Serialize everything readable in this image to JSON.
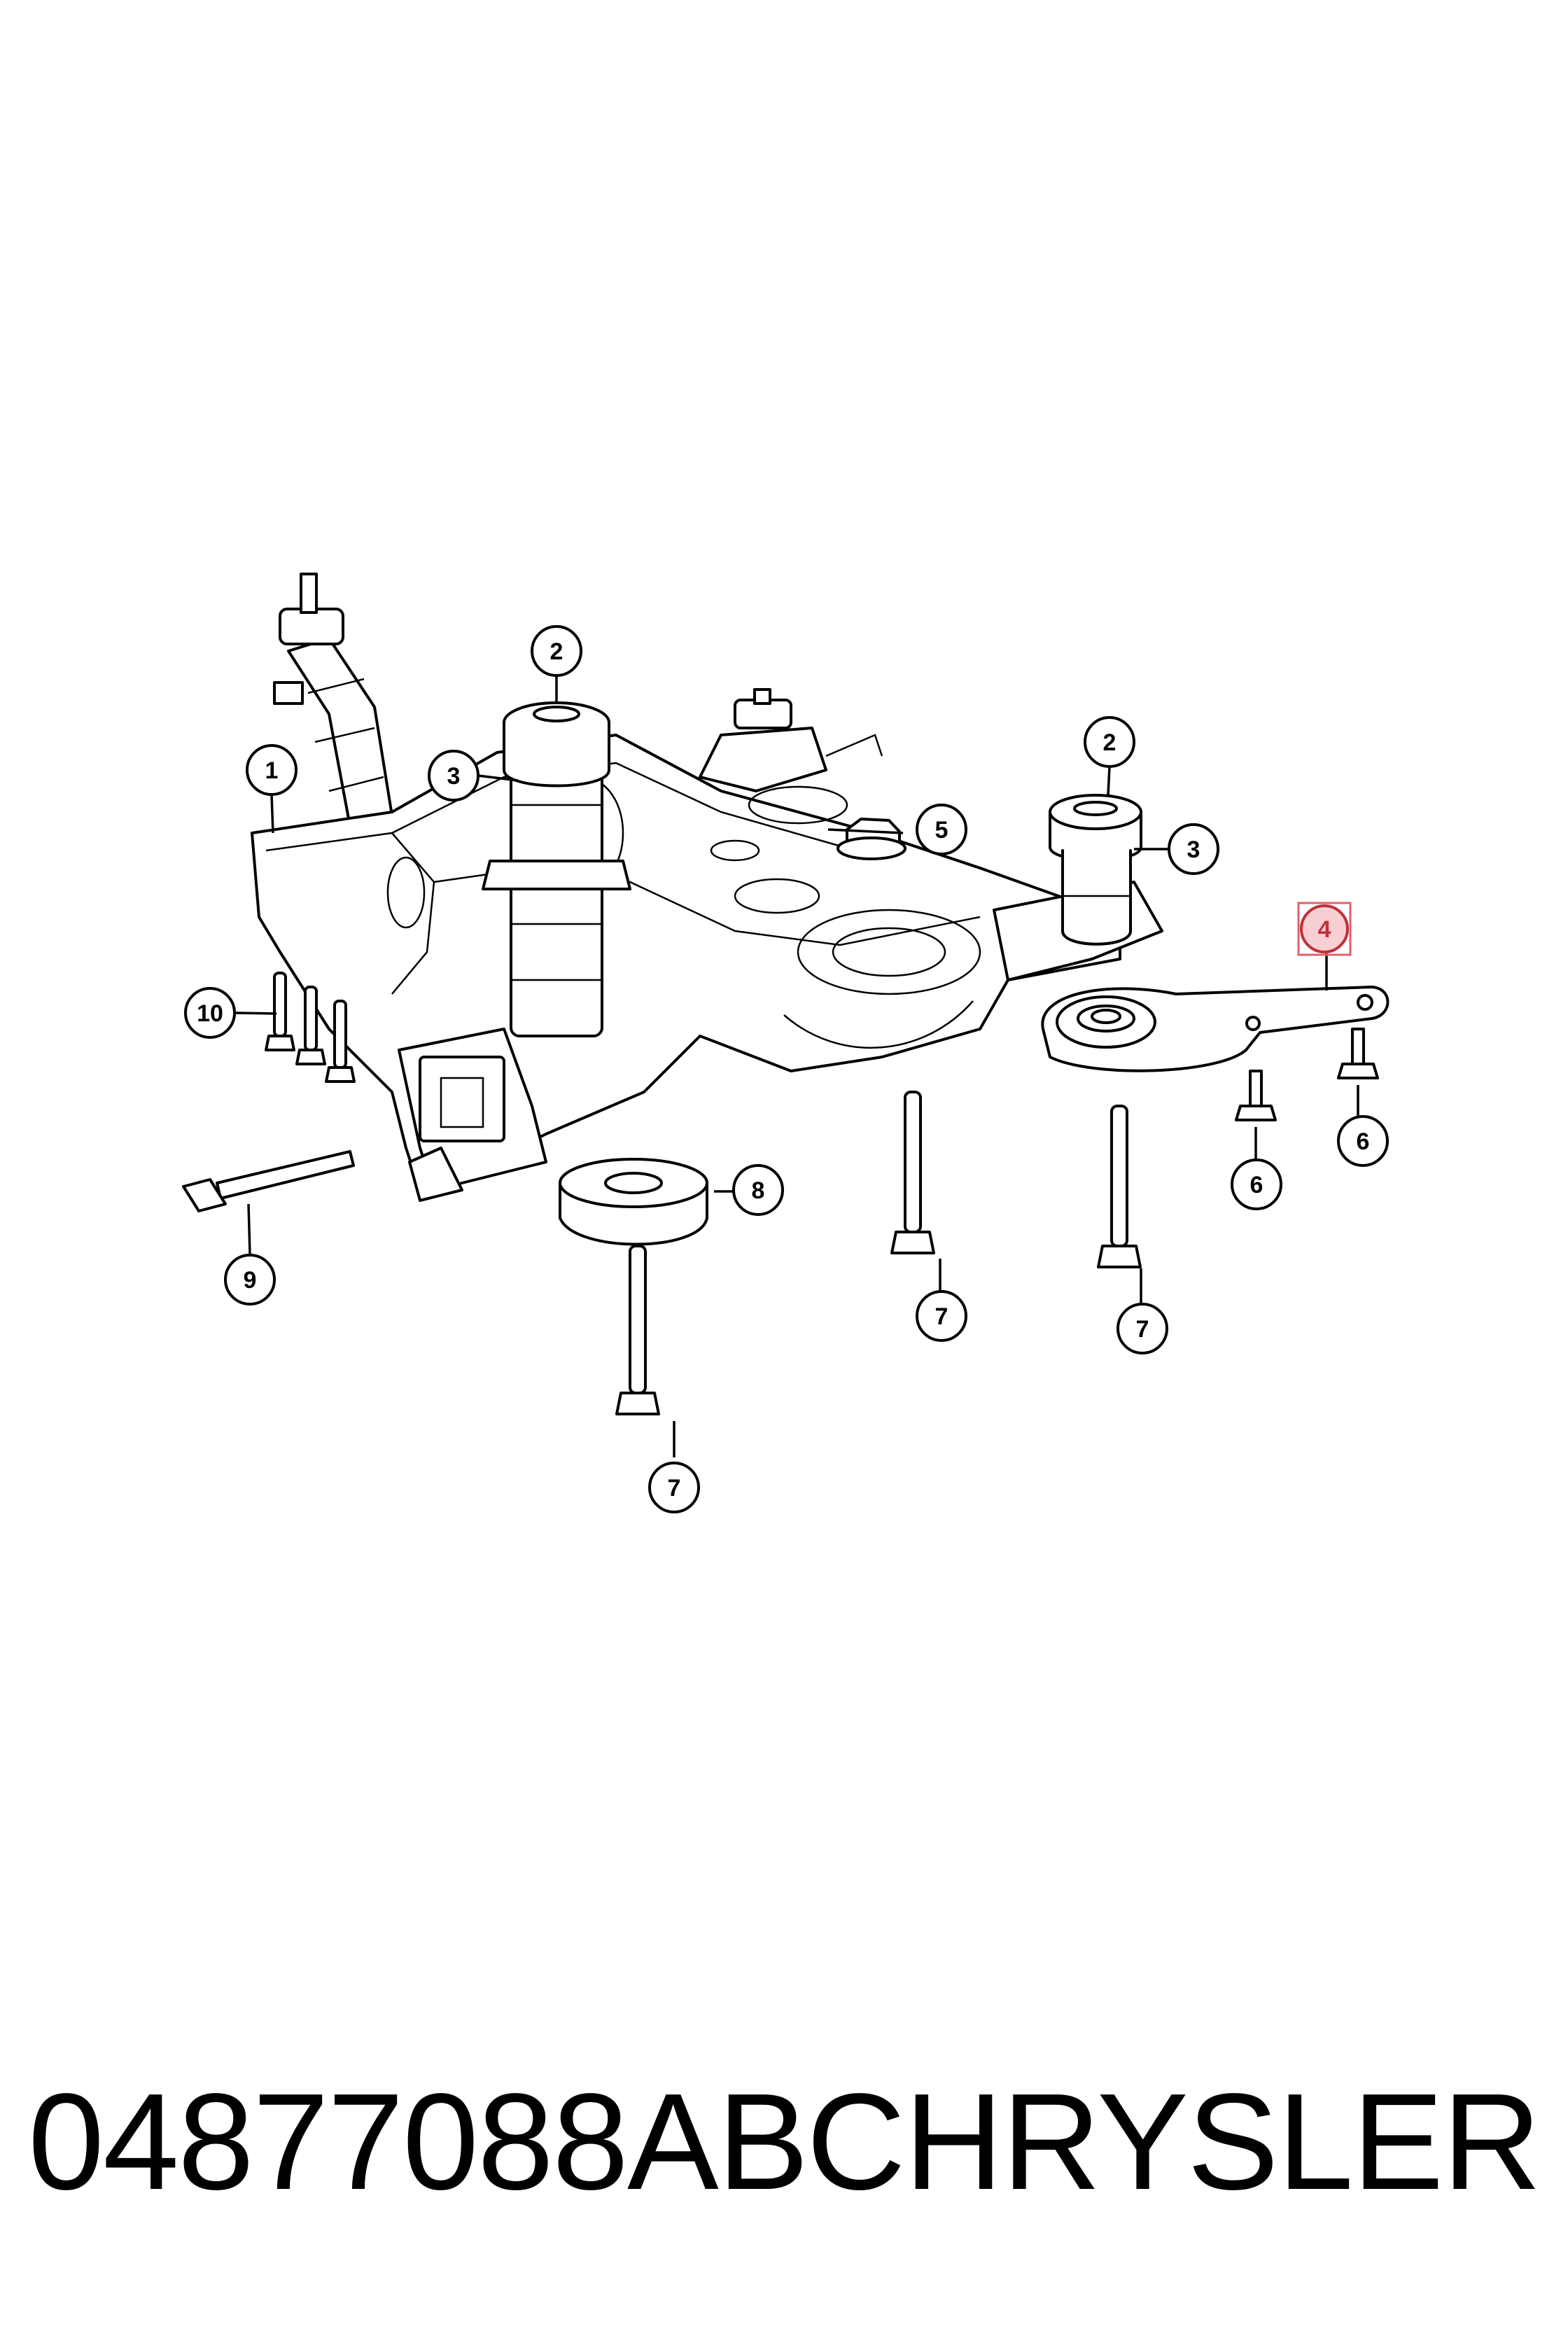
{
  "callouts": [
    {
      "label": "1"
    },
    {
      "label": "2"
    },
    {
      "label": "3"
    },
    {
      "label": "2"
    },
    {
      "label": "3"
    },
    {
      "label": "4"
    },
    {
      "label": "5"
    },
    {
      "label": "6"
    },
    {
      "label": "6"
    },
    {
      "label": "7"
    },
    {
      "label": "7"
    },
    {
      "label": "7"
    },
    {
      "label": "8"
    },
    {
      "label": "9"
    },
    {
      "label": "10"
    }
  ],
  "highlight_color": "#c0303a",
  "footer": {
    "part_number": "04877088AB",
    "brand": "CHRYSLER"
  }
}
